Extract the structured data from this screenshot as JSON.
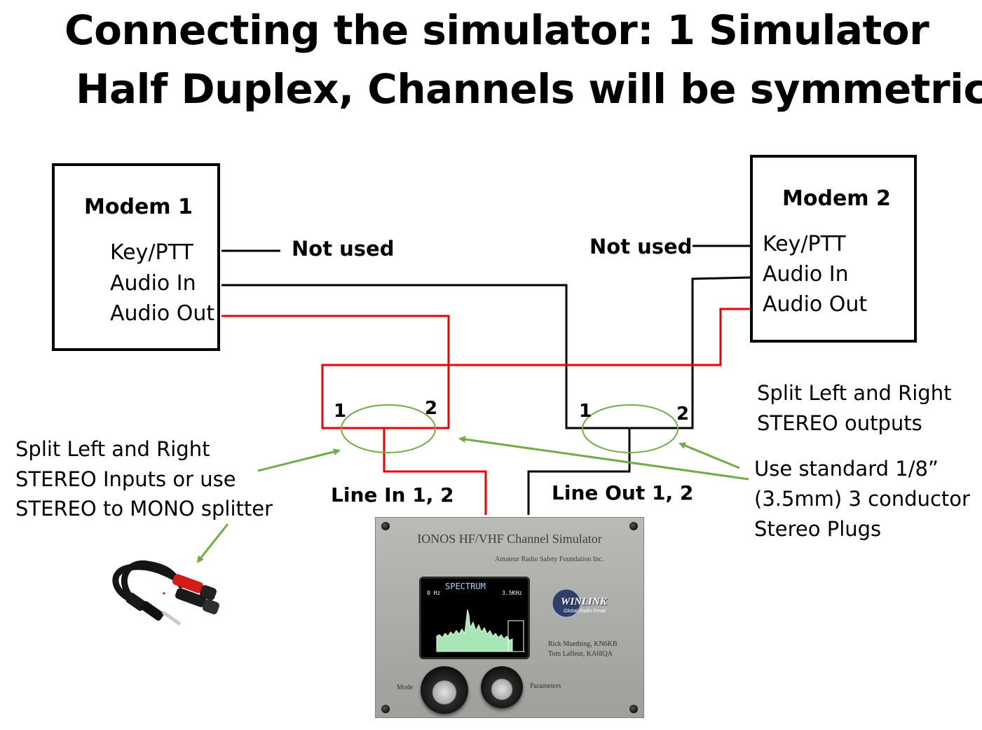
{
  "title": {
    "line1": "Connecting the simulator: 1 Simulator",
    "line2": "Half Duplex,  Channels will be symmetric"
  },
  "modem1": {
    "title": "Modem 1",
    "port_ptt": "Key/PTT",
    "port_audio_in": "Audio In",
    "port_audio_out": "Audio Out"
  },
  "modem2": {
    "title": "Modem 2",
    "port_ptt": "Key/PTT",
    "port_audio_in": "Audio In",
    "port_audio_out": "Audio Out"
  },
  "labels": {
    "not_used_left": "Not used",
    "not_used_right": "Not used",
    "line_in": "Line In 1, 2",
    "line_out": "Line Out 1, 2",
    "in_ch1": "1",
    "in_ch2": "2",
    "out_ch1": "1",
    "out_ch2": "2"
  },
  "notes": {
    "left_1": "Split Left and Right",
    "left_2": "STEREO Inputs  or use",
    "left_3": "STEREO to MONO splitter",
    "right_top_1": "Split Left and Right",
    "right_top_2": "STEREO outputs",
    "right_bot_1": "Use standard 1/8”",
    "right_bot_2": "(3.5mm) 3 conductor",
    "right_bot_3": "Stereo Plugs"
  },
  "device": {
    "name": "IONOS HF/VHF Channel Simulator",
    "org": "Amateur Radio Safety Foundation Inc.",
    "screen_title": "SPECTRUM",
    "screen_low": "0 Hz",
    "screen_high": "3.5KHz",
    "logo": "WINLINK",
    "logo_sub": "Global Radio Email",
    "credit1": "Rick Muething, KN6KB",
    "credit2": "Tom Lafleur,   KA6IQA",
    "mode_label": "Mode",
    "param_label": "Parameters"
  },
  "colors": {
    "red_wire": "#ee0000",
    "black_wire": "#000000",
    "green": "#70ad47"
  }
}
